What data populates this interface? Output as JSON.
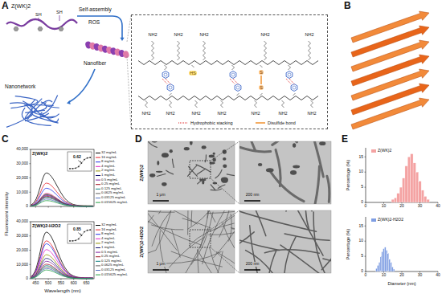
{
  "diagram": {
    "nodes": [
      {
        "text": [
          "NH2",
          "NH2",
          "NH2",
          "NH2",
          "NH2",
          "NH2",
          "NH2",
          "NH2",
          "NH2",
          "NH2",
          "NH2",
          "NH2",
          "HS",
          "S",
          "S"
        ]
      }
    ],
    "labels": [
      "A",
      "Z(WK)2",
      "SH",
      "SH",
      "Self-assembly",
      "ROS",
      "Nanofiber",
      "Nanonetwork",
      "B",
      "C",
      "Z(WK)2",
      "Z(WK)2-H2O2",
      "0.62",
      "0.85",
      "Fluorescent intensity",
      "Wavelength (nm)",
      "0",
      "10,000",
      "20,000",
      "30,000",
      "40,000",
      "0",
      "10,000",
      "20,000",
      "30,000",
      "40,000",
      "450",
      "500",
      "550",
      "600",
      "650",
      "D",
      "Z(WK)2",
      "Z(WK)2-H2O2",
      "1 μm",
      "200 nm",
      "1 μm",
      "200 nm",
      "E",
      "Percentage (%)",
      "0",
      "5",
      "10",
      "15",
      "0",
      "10",
      "20",
      "30",
      "40",
      "Percentage (%)",
      "Diameter (nm)",
      "0",
      "5",
      "10",
      "15",
      "0",
      "10",
      "20",
      "30",
      "40"
    ],
    "legend": [
      {
        "text": "Hydrophobic stacking"
      },
      {
        "text": "Disulfide bond"
      },
      {
        "text": "32 mg/mL"
      },
      {
        "text": "16 mg/mL"
      },
      {
        "text": "8 mg/mL"
      },
      {
        "text": "4 mg/mL"
      },
      {
        "text": "2 mg/mL"
      },
      {
        "text": "1 mg/mL"
      },
      {
        "text": "0.5 mg/mL"
      },
      {
        "text": "0.25 mg/mL"
      },
      {
        "text": "0.125 mg/mL"
      },
      {
        "text": "0.0625 mg/mL"
      },
      {
        "text": "0.03125 mg/mL"
      },
      {
        "text": "0.015625 mg/mL"
      },
      {
        "text": "32 mg/mL"
      },
      {
        "text": "16 mg/mL"
      },
      {
        "text": "8 mg/mL"
      },
      {
        "text": "4 mg/mL"
      },
      {
        "text": "2 mg/mL"
      },
      {
        "text": "1 mg/mL"
      },
      {
        "text": "0.5 mg/mL"
      },
      {
        "text": "0.25 mg/mL"
      },
      {
        "text": "0.125 mg/mL"
      },
      {
        "text": "0.0625 mg/mL"
      },
      {
        "text": "0.03125 mg/mL"
      },
      {
        "text": "0.015625 mg/mL"
      },
      {
        "text": "Z(WK)2",
        "color": "#f4a3a3"
      },
      {
        "text": "Z(WK)2-H2O2",
        "color": "#7f9ee3"
      }
    ]
  }
}
